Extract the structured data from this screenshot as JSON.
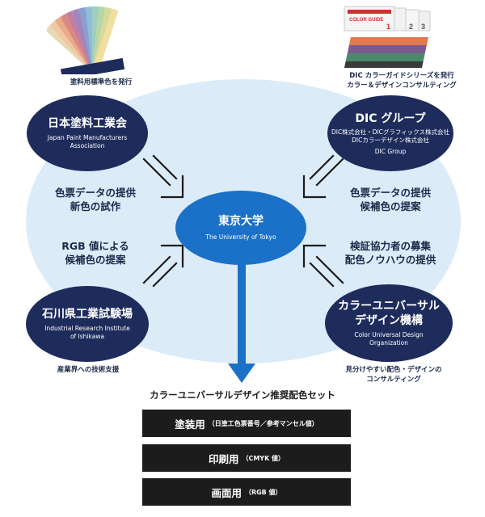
{
  "top_left_caption": "塗料用標準色を発行",
  "top_right_caption": [
    "DIC カラーガイドシリーズを発行",
    "カラー＆デザインコンサルティング"
  ],
  "color_guide_label": "COLOR GUIDE",
  "color_guide_numbers": [
    "1",
    "2",
    "3"
  ],
  "nodes": {
    "jpma": {
      "jp": "日本塗料工業会",
      "en": [
        "Japan Paint Manufacturers",
        "Association"
      ]
    },
    "dic": {
      "jp": "DIC グループ",
      "sub": [
        "DIC株式会社・DICグラフィックス株式会社",
        "DICカラーデザイン株式会社"
      ],
      "en": "DIC Group"
    },
    "utokyo": {
      "jp": "東京大学",
      "en": "The University of Tokyo"
    },
    "iri": {
      "jp": "石川県工業試験場",
      "en": [
        "Industrial Research Institute",
        "of Ishikawa"
      ]
    },
    "cudo": {
      "jp": [
        "カラーユニバーサル",
        "デザイン機構"
      ],
      "en": [
        "Color Universal Design",
        "Organization"
      ]
    }
  },
  "flows": {
    "upper_left": [
      "色票データの提供",
      "新色の試作"
    ],
    "upper_right": [
      "色票データの提供",
      "候補色の提案"
    ],
    "lower_left": [
      "RGB 値による",
      "候補色の提案"
    ],
    "lower_right": [
      "検証協力者の募集",
      "配色ノウハウの提供"
    ]
  },
  "bottom_left_caption": "産業界への技術支援",
  "bottom_right_caption": [
    "見分けやすい配色・デザインの",
    "コンサルティング"
  ],
  "set_title": "カラーユニバーサルデザイン推奨配色セット",
  "bars": [
    {
      "main": "塗装用",
      "sub": "（日塗工色票番号／参考マンセル値）"
    },
    {
      "main": "印刷用",
      "sub": "（CMYK 値）"
    },
    {
      "main": "画面用",
      "sub": "（RGB 値）"
    }
  ],
  "colors": {
    "ellipse": "#dcebf8",
    "node": "#1e2c5c",
    "center_node": "#1a71c7",
    "arrow": "#1a71c7",
    "bar": "#1c1c1c"
  }
}
